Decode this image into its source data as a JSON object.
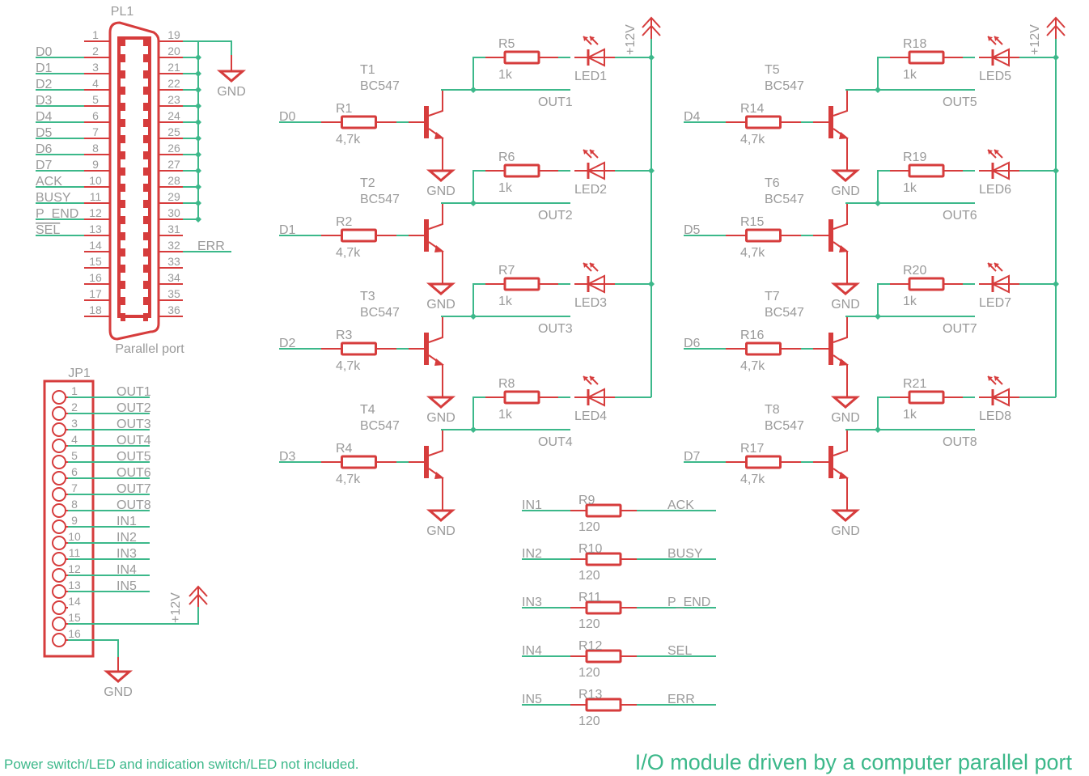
{
  "colors": {
    "wire": "#3cb88a",
    "part": "#d63c3c",
    "label": "#9a9a9a",
    "note": "#3cb88a"
  },
  "connector_pl1": {
    "name": "PL1",
    "value": "Parallel port",
    "left_pins": [
      {
        "num": "1",
        "net": ""
      },
      {
        "num": "2",
        "net": "D0"
      },
      {
        "num": "3",
        "net": "D1"
      },
      {
        "num": "4",
        "net": "D2"
      },
      {
        "num": "5",
        "net": "D3"
      },
      {
        "num": "6",
        "net": "D4"
      },
      {
        "num": "7",
        "net": "D5"
      },
      {
        "num": "8",
        "net": "D6"
      },
      {
        "num": "9",
        "net": "D7"
      },
      {
        "num": "10",
        "net": "ACK"
      },
      {
        "num": "11",
        "net": "BUSY"
      },
      {
        "num": "12",
        "net": "P_END"
      },
      {
        "num": "13",
        "net": "SEL"
      },
      {
        "num": "14",
        "net": ""
      },
      {
        "num": "15",
        "net": ""
      },
      {
        "num": "16",
        "net": ""
      },
      {
        "num": "17",
        "net": ""
      },
      {
        "num": "18",
        "net": ""
      }
    ],
    "right_pins": [
      {
        "num": "19",
        "net": "GND"
      },
      {
        "num": "20",
        "net": "GND"
      },
      {
        "num": "21",
        "net": "GND"
      },
      {
        "num": "22",
        "net": "GND"
      },
      {
        "num": "23",
        "net": "GND"
      },
      {
        "num": "24",
        "net": "GND"
      },
      {
        "num": "25",
        "net": "GND"
      },
      {
        "num": "26",
        "net": "GND"
      },
      {
        "num": "27",
        "net": "GND"
      },
      {
        "num": "28",
        "net": "GND"
      },
      {
        "num": "29",
        "net": "GND"
      },
      {
        "num": "30",
        "net": "GND"
      },
      {
        "num": "31",
        "net": ""
      },
      {
        "num": "32",
        "net": "ERR"
      },
      {
        "num": "33",
        "net": ""
      },
      {
        "num": "34",
        "net": ""
      },
      {
        "num": "35",
        "net": ""
      },
      {
        "num": "36",
        "net": ""
      }
    ],
    "gnd_label": "GND",
    "err_label": "ERR"
  },
  "connector_jp1": {
    "name": "JP1",
    "pins": [
      {
        "num": "1",
        "net": "OUT1"
      },
      {
        "num": "2",
        "net": "OUT2"
      },
      {
        "num": "3",
        "net": "OUT3"
      },
      {
        "num": "4",
        "net": "OUT4"
      },
      {
        "num": "5",
        "net": "OUT5"
      },
      {
        "num": "6",
        "net": "OUT6"
      },
      {
        "num": "7",
        "net": "OUT7"
      },
      {
        "num": "8",
        "net": "OUT8"
      },
      {
        "num": "9",
        "net": "IN1"
      },
      {
        "num": "10",
        "net": "IN2"
      },
      {
        "num": "11",
        "net": "IN3"
      },
      {
        "num": "12",
        "net": "IN4"
      },
      {
        "num": "13",
        "net": "IN5"
      },
      {
        "num": "14",
        "net": ""
      },
      {
        "num": "15",
        "net": "+12V"
      },
      {
        "num": "16",
        "net": "GND"
      }
    ],
    "supply_label": "+12V",
    "gnd_label": "GND"
  },
  "driver_stages": [
    {
      "input": "D0",
      "rb": "R1",
      "rb_val": "4,7k",
      "t": "T1",
      "t_type": "BC547",
      "rl": "R5",
      "rl_val": "1k",
      "led": "LED1",
      "out": "OUT1",
      "gnd": "GND"
    },
    {
      "input": "D1",
      "rb": "R2",
      "rb_val": "4,7k",
      "t": "T2",
      "t_type": "BC547",
      "rl": "R6",
      "rl_val": "1k",
      "led": "LED2",
      "out": "OUT2",
      "gnd": "GND"
    },
    {
      "input": "D2",
      "rb": "R3",
      "rb_val": "4,7k",
      "t": "T3",
      "t_type": "BC547",
      "rl": "R7",
      "rl_val": "1k",
      "led": "LED3",
      "out": "OUT3",
      "gnd": "GND"
    },
    {
      "input": "D3",
      "rb": "R4",
      "rb_val": "4,7k",
      "t": "T4",
      "t_type": "BC547",
      "rl": "R8",
      "rl_val": "1k",
      "led": "LED4",
      "out": "OUT4",
      "gnd": "GND"
    },
    {
      "input": "D4",
      "rb": "R14",
      "rb_val": "4,7k",
      "t": "T5",
      "t_type": "BC547",
      "rl": "R18",
      "rl_val": "1k",
      "led": "LED5",
      "out": "OUT5",
      "gnd": "GND"
    },
    {
      "input": "D5",
      "rb": "R15",
      "rb_val": "4,7k",
      "t": "T6",
      "t_type": "BC547",
      "rl": "R19",
      "rl_val": "1k",
      "led": "LED6",
      "out": "OUT6",
      "gnd": "GND"
    },
    {
      "input": "D6",
      "rb": "R16",
      "rb_val": "4,7k",
      "t": "T7",
      "t_type": "BC547",
      "rl": "R20",
      "rl_val": "1k",
      "led": "LED7",
      "out": "OUT7",
      "gnd": "GND"
    },
    {
      "input": "D7",
      "rb": "R17",
      "rb_val": "4,7k",
      "t": "T8",
      "t_type": "BC547",
      "rl": "R21",
      "rl_val": "1k",
      "led": "LED8",
      "out": "OUT8",
      "gnd": "GND"
    }
  ],
  "supply_label": "+12V",
  "input_resistors": [
    {
      "in": "IN1",
      "r": "R9",
      "val": "120",
      "out": "ACK"
    },
    {
      "in": "IN2",
      "r": "R10",
      "val": "120",
      "out": "BUSY"
    },
    {
      "in": "IN3",
      "r": "R11",
      "val": "120",
      "out": "P_END"
    },
    {
      "in": "IN4",
      "r": "R12",
      "val": "120",
      "out": "SEL"
    },
    {
      "in": "IN5",
      "r": "R13",
      "val": "120",
      "out": "ERR"
    }
  ],
  "notes": {
    "footnote": "Power switch/LED and indication switch/LED not included.",
    "title": "I/O module driven by a computer parallel port"
  }
}
